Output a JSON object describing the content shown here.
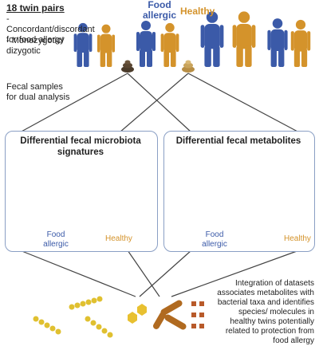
{
  "header": {
    "title": "18 twin pairs",
    "bullet1": "- Concordant/discordant for food allergy",
    "bullet2": "- Monozygotic/ dizygotic",
    "label_food_allergic": "Food allergic",
    "label_healthy": "Healthy"
  },
  "fecal_text": "Fecal samples for dual analysis",
  "panels": {
    "microbiota": {
      "title": "Differential fecal microbiota signatures",
      "label_food_allergic": "Food allergic",
      "label_healthy": "Healthy"
    },
    "metabolites": {
      "title": "Differential fecal metabolites",
      "label_food_allergic": "Food allergic",
      "label_healthy": "Healthy"
    }
  },
  "integration_text": "Integration of datasets associates metabolites with bacterial taxa and identifies species/ molecules in healthy twins potentially related to protection from food allergy",
  "colors": {
    "allergic_blue": "#3b5aa8",
    "healthy_orange": "#d4932b",
    "panel_border": "#8a9fc4",
    "stool_dark": "#4a3a2a",
    "stool_light": "#c9a45c"
  }
}
